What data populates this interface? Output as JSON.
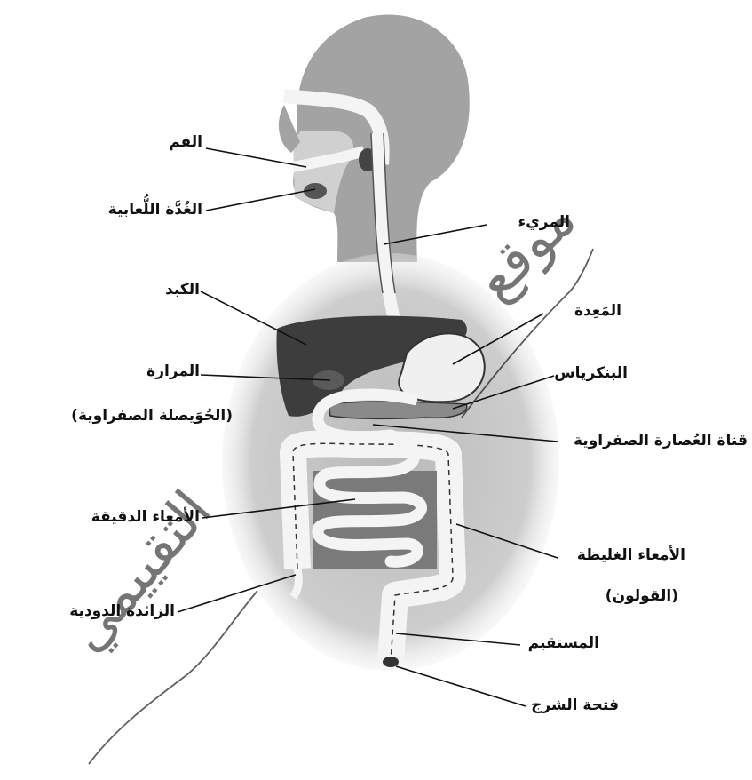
{
  "colors": {
    "background": "#ffffff",
    "ink": "#111111",
    "head": "#9d9d9d",
    "abdomen_shadow": "#c6c6c6",
    "liver": "#3d3d3d",
    "tube": "#f4f4f4",
    "cavity": "#7a7a7a",
    "watermark": "#1a1a1a"
  },
  "labels": {
    "mouth": "الفم",
    "salivary_gland": "الغُدَّة اللُّعابية",
    "esophagus": "المريء",
    "liver": "الكبد",
    "stomach": "المَعِدة",
    "gallbladder": "المرارة",
    "gallbladder_alt": "(الحُوَيصلة الصفراوية)",
    "pancreas": "البنكرياس",
    "bile_duct": "قناة العُصارة الصفراوية",
    "small_intestine": "الأمعاء الدقيقة",
    "large_intestine": "الأمعاء الغليظة",
    "large_intestine_alt": "(القولون)",
    "appendix": "الزائدة الدودية",
    "rectum": "المستقيم",
    "anus": "فتحة الشرج"
  },
  "watermark": {
    "lower": "التقييمي",
    "upper": "موقع"
  }
}
